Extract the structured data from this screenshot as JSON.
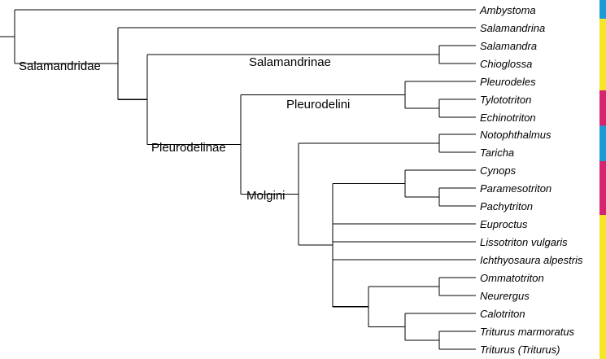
{
  "colors": {
    "branch": "#000000",
    "blue": "#1e9bd7",
    "yellow": "#f5e629",
    "magenta": "#d6246e"
  },
  "taxa": [
    "Ambystoma",
    "Salamandrina",
    "Salamandra",
    "Chioglossa",
    "Pleurodeles",
    "Tylototriton",
    "Echinotriton",
    "Notophthalmus",
    "Taricha",
    "Cynops",
    "Paramesotriton",
    "Pachytriton",
    "Euproctus",
    "Lissotriton vulgaris",
    "Ichthyosaura alpestris",
    "Ommatotriton",
    "Neurergus",
    "Calotriton",
    "Triturus marmoratus",
    "Triturus (Triturus)"
  ],
  "clades": {
    "salamandridae": "Salamandridae",
    "salamandrinae": "Salamandrinae",
    "pleurodelinae": "Pleurodelinae",
    "pleurodelini": "Pleurodelini",
    "molgini": "Molgini"
  },
  "color_bar": [
    {
      "from": 0,
      "to": 0,
      "color": "blue"
    },
    {
      "from": 1,
      "to": 4,
      "color": "yellow"
    },
    {
      "from": 5,
      "to": 6,
      "color": "magenta"
    },
    {
      "from": 7,
      "to": 8,
      "color": "blue"
    },
    {
      "from": 9,
      "to": 11,
      "color": "magenta"
    },
    {
      "from": 12,
      "to": 19,
      "color": "yellow"
    }
  ]
}
